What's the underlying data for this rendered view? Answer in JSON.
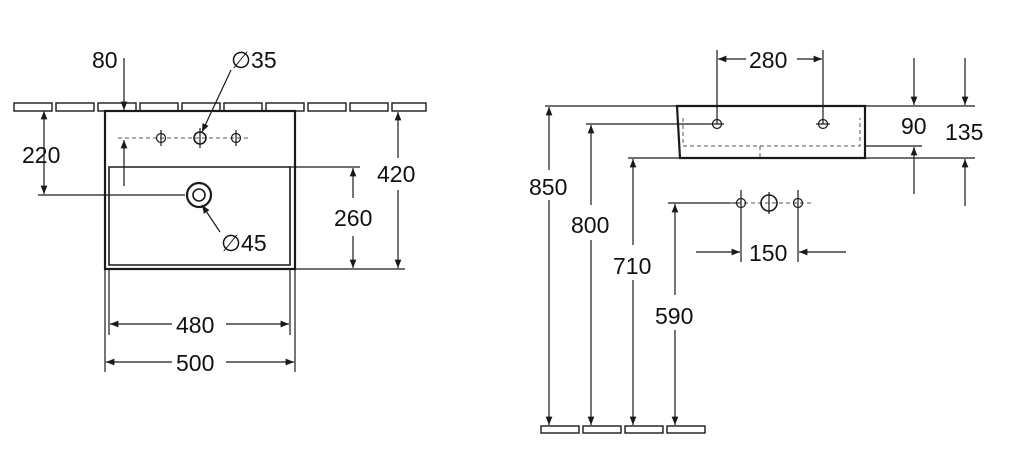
{
  "plan_view": {
    "dimensions": {
      "tap_offset": "80",
      "tap_hole": "∅35",
      "depth_to_drain": "220",
      "drain_hole": "∅45",
      "bowl_depth_from_front": "260",
      "overall_depth": "420",
      "inner_width": "480",
      "overall_width": "500"
    }
  },
  "side_view": {
    "dimensions": {
      "tap_spacing": "280",
      "rim_thickness": "90",
      "overall_height": "135",
      "top_height": "850",
      "hole_height": "800",
      "underside_height": "710",
      "trap_height": "590",
      "fixing_spacing": "150"
    }
  },
  "colors": {
    "line": "#1a1a1a",
    "background": "#ffffff"
  }
}
